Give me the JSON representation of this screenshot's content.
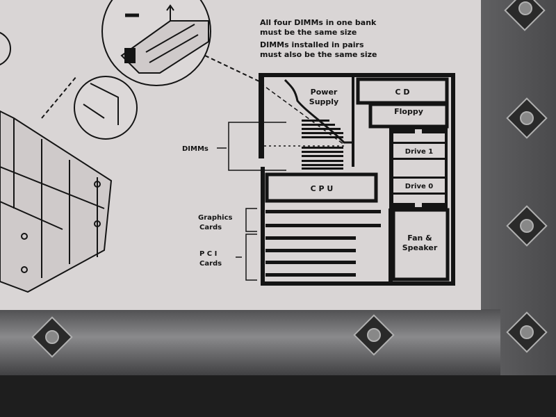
{
  "notes": {
    "line1": "All four DIMMs in one bank",
    "line2": "must be the same size",
    "line3": "DIMMs installed in pairs",
    "line4": "must also be the same size"
  },
  "diagram": {
    "power_supply_1": "Power",
    "power_supply_2": "Supply",
    "cd": "C D",
    "floppy": "Floppy",
    "drive1": "Drive 1",
    "drive0": "Drive 0",
    "cpu": "C P U",
    "fan_1": "Fan &",
    "fan_2": "Speaker",
    "dimms": "DIMMs",
    "graphics_1": "Graphics",
    "graphics_2": "Cards",
    "pci_1": "P C I",
    "pci_2": "Cards"
  },
  "colors": {
    "label_bg": "#d9d5d5",
    "ink": "#141414",
    "metal": "#7a7a7c",
    "carpet": "#1e1e1e"
  }
}
